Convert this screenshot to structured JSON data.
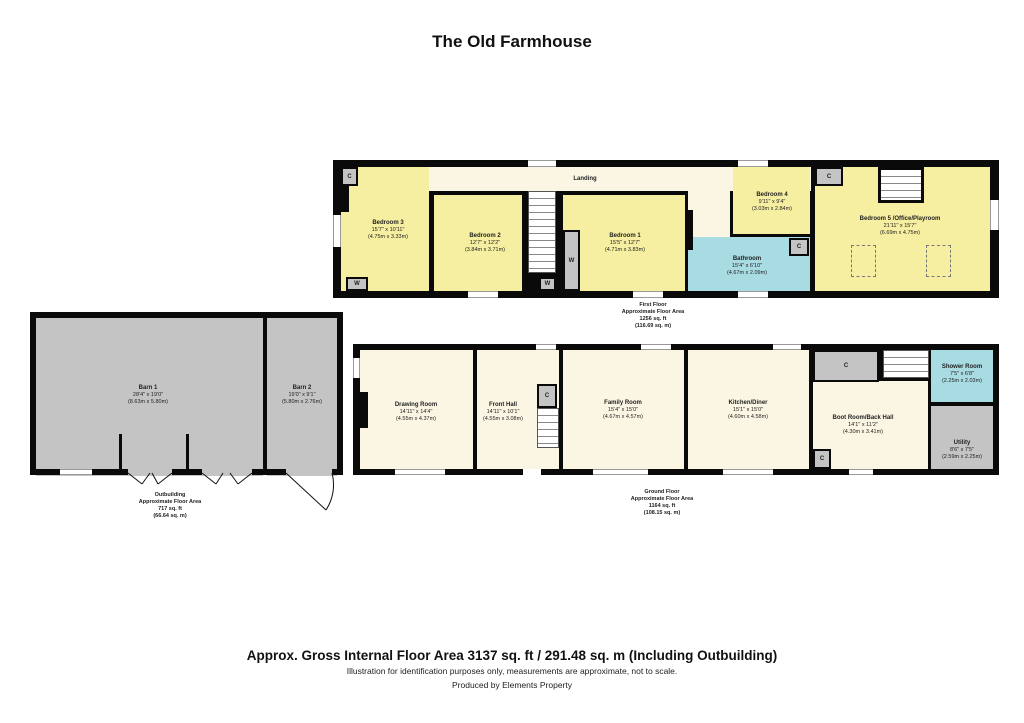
{
  "title": "The Old Farmhouse",
  "first_floor": {
    "area_label": [
      "First Floor",
      "Approximate Floor Area",
      "1256 sq. ft",
      "(116.69 sq. m)"
    ],
    "rooms": {
      "landing": {
        "name": "Landing"
      },
      "bedroom3": {
        "name": "Bedroom 3",
        "imperial": "15'7\" x 10'11\"",
        "metric": "(4.75m x 3.33m)"
      },
      "bedroom2": {
        "name": "Bedroom 2",
        "imperial": "12'7\" x 12'2\"",
        "metric": "(3.84m x 3.71m)"
      },
      "bedroom1": {
        "name": "Bedroom 1",
        "imperial": "15'5\" x 12'7\"",
        "metric": "(4.71m x 3.83m)"
      },
      "bedroom4": {
        "name": "Bedroom 4",
        "imperial": "9'11\" x 9'4\"",
        "metric": "(3.03m x 2.84m)"
      },
      "bathroom": {
        "name": "Bathroom",
        "imperial": "15'4\" x 6'10\"",
        "metric": "(4.67m x 2.09m)"
      },
      "bedroom5": {
        "name": "Bedroom 5 /Office/Playroom",
        "imperial": "21'11\" x 15'7\"",
        "metric": "(6.69m x 4.75m)"
      }
    },
    "markers": {
      "cupboard": "C",
      "wardrobe": "W"
    }
  },
  "ground_floor": {
    "area_label": [
      "Ground Floor",
      "Approximate Floor Area",
      "1164 sq. ft",
      "(108.15 sq. m)"
    ],
    "rooms": {
      "drawing_room": {
        "name": "Drawing Room",
        "imperial": "14'11\" x 14'4\"",
        "metric": "(4.55m x 4.37m)"
      },
      "front_hall": {
        "name": "Front Hall",
        "imperial": "14'11\" x 10'1\"",
        "metric": "(4.55m x 3.08m)"
      },
      "family_room": {
        "name": "Family Room",
        "imperial": "15'4\" x 15'0\"",
        "metric": "(4.67m x 4.57m)"
      },
      "kitchen": {
        "name": "Kitchen/Diner",
        "imperial": "15'1\" x 15'0\"",
        "metric": "(4.60m x 4.58m)"
      },
      "boot_room": {
        "name": "Boot Room/Back Hall",
        "imperial": "14'1\" x 11'2\"",
        "metric": "(4.30m x 3.41m)"
      },
      "shower_room": {
        "name": "Shower Room",
        "imperial": "7'5\" x 6'8\"",
        "metric": "(2.25m x 2.03m)"
      },
      "utility": {
        "name": "Utility",
        "imperial": "8'6\" x 7'5\"",
        "metric": "(2.59m x 2.25m)"
      }
    },
    "markers": {
      "cupboard": "C"
    }
  },
  "outbuilding": {
    "area_label": [
      "Outbuilding",
      "Approximate Floor Area",
      "717 sq. ft",
      "(66.64 sq. m)"
    ],
    "rooms": {
      "barn1": {
        "name": "Barn 1",
        "imperial": "28'4\" x 19'0\"",
        "metric": "(8.63m x 5.80m)"
      },
      "barn2": {
        "name": "Barn 2",
        "imperial": "19'0\" x 9'1\"",
        "metric": "(5.80m x 2.76m)"
      }
    }
  },
  "footer": {
    "gross_area": "Approx. Gross Internal Floor Area 3137 sq. ft / 291.48 sq. m (Including Outbuilding)",
    "disclaimer": "Illustration for identification purposes only, measurements are approximate, not to scale.",
    "credit": "Produced by Elements Property"
  },
  "colors": {
    "bedroom": "#f6eea0",
    "living": "#fbf6e4",
    "wet_room": "#a9dbe3",
    "storage": "#c4c4c4",
    "wall": "#0a0a0a"
  }
}
